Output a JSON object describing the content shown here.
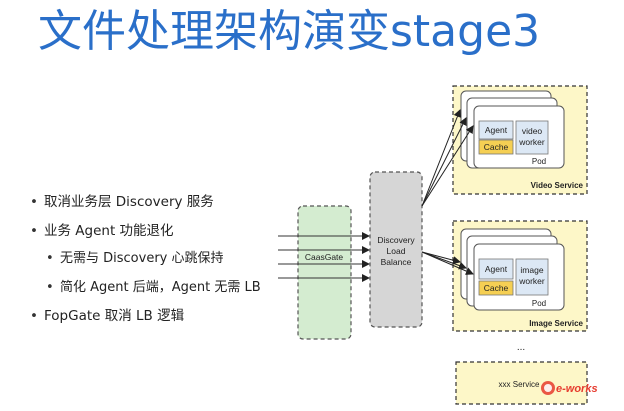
{
  "title": "文件处理架构演变stage3",
  "bullets": [
    {
      "text": "取消业务层 Discovery 服务",
      "level": 1
    },
    {
      "text": "业务 Agent 功能退化",
      "level": 1
    },
    {
      "text": "无需与 Discovery 心跳保持",
      "level": 2
    },
    {
      "text": "简化 Agent 后端，Agent 无需 LB",
      "level": 2
    },
    {
      "text": "FopGate 取消 LB 逻辑",
      "level": 1
    }
  ],
  "diagram": {
    "caasgate_label": "CaasGate",
    "discovery_lines": [
      "Discovery",
      "Load",
      "Balance"
    ],
    "video_service": {
      "label": "Video Service",
      "agent": "Agent",
      "worker_lines": [
        "video",
        "worker"
      ],
      "cache": "Cache",
      "pod": "Pod"
    },
    "image_service": {
      "label": "Image Service",
      "agent": "Agent",
      "worker_lines": [
        "image",
        "worker"
      ],
      "cache": "Cache",
      "pod": "Pod"
    },
    "ellipsis": "...",
    "xxx_service": "xxx Service",
    "watermark": "e-works"
  },
  "colors": {
    "title": "#2a6fc9",
    "service_fill": "#fdf7c8",
    "caasgate_fill": "#d4ecd0",
    "discovery_fill": "#d6d6d6",
    "cache_fill": "#f5cf53",
    "inner_fill": "#dce8f5"
  }
}
